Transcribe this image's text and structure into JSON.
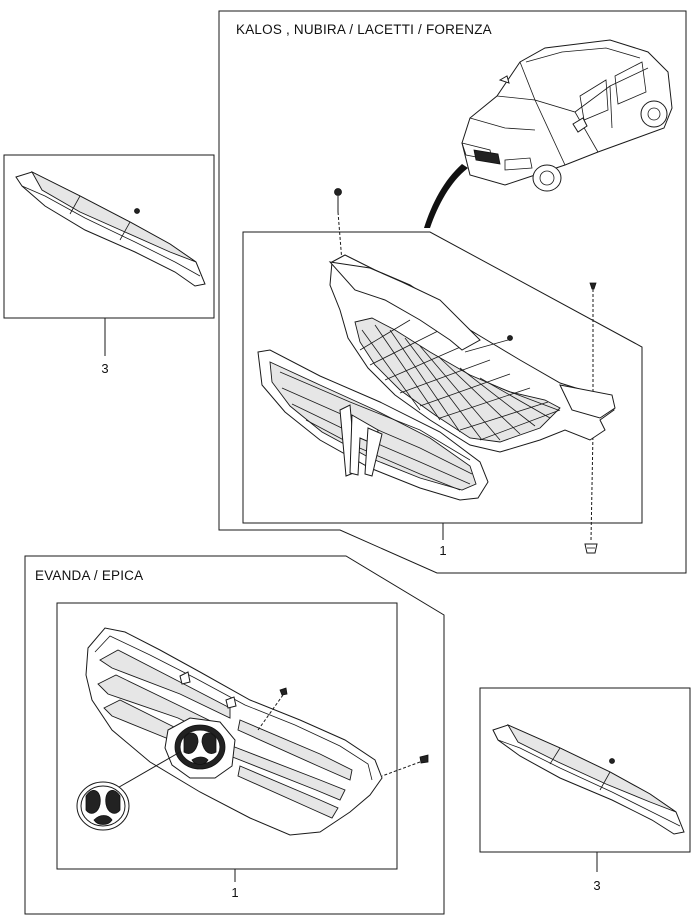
{
  "sections": {
    "kalos_title": "KALOS , NUBIRA / LACETTI / FORENZA",
    "evanda_title": "EVANDA / EPICA"
  },
  "callouts": {
    "left_trim_number": "3",
    "kalos_grille_number": "1",
    "evanda_grille_number": "1",
    "right_trim_number": "3"
  }
}
